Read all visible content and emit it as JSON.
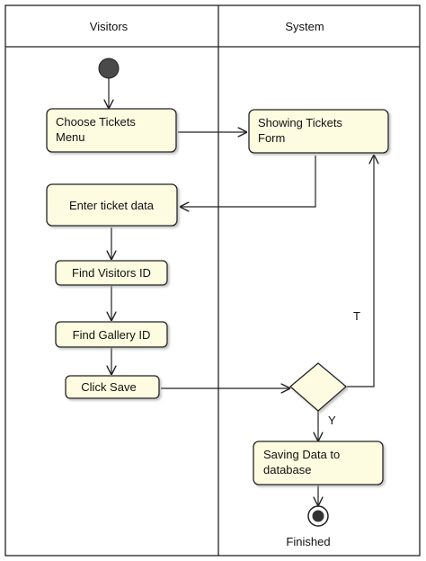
{
  "lanes": {
    "left": "Visitors",
    "right": "System"
  },
  "nodes": {
    "choose_tickets": [
      "Choose Tickets",
      "Menu"
    ],
    "showing_form": [
      "Showing Tickets",
      "Form"
    ],
    "enter_ticket_data": "Enter ticket data",
    "find_visitors_id": "Find Visitors ID",
    "find_gallery_id": "Find Gallery ID",
    "click_save": "Click Save",
    "saving_data": [
      "Saving Data to",
      "database"
    ]
  },
  "labels": {
    "true_branch": "T",
    "yes_branch": "Y",
    "final": "Finished"
  },
  "colors": {
    "node_fill": "#fdfbe0",
    "node_stroke": "#222222",
    "line": "#222222",
    "initial": "#555555"
  }
}
